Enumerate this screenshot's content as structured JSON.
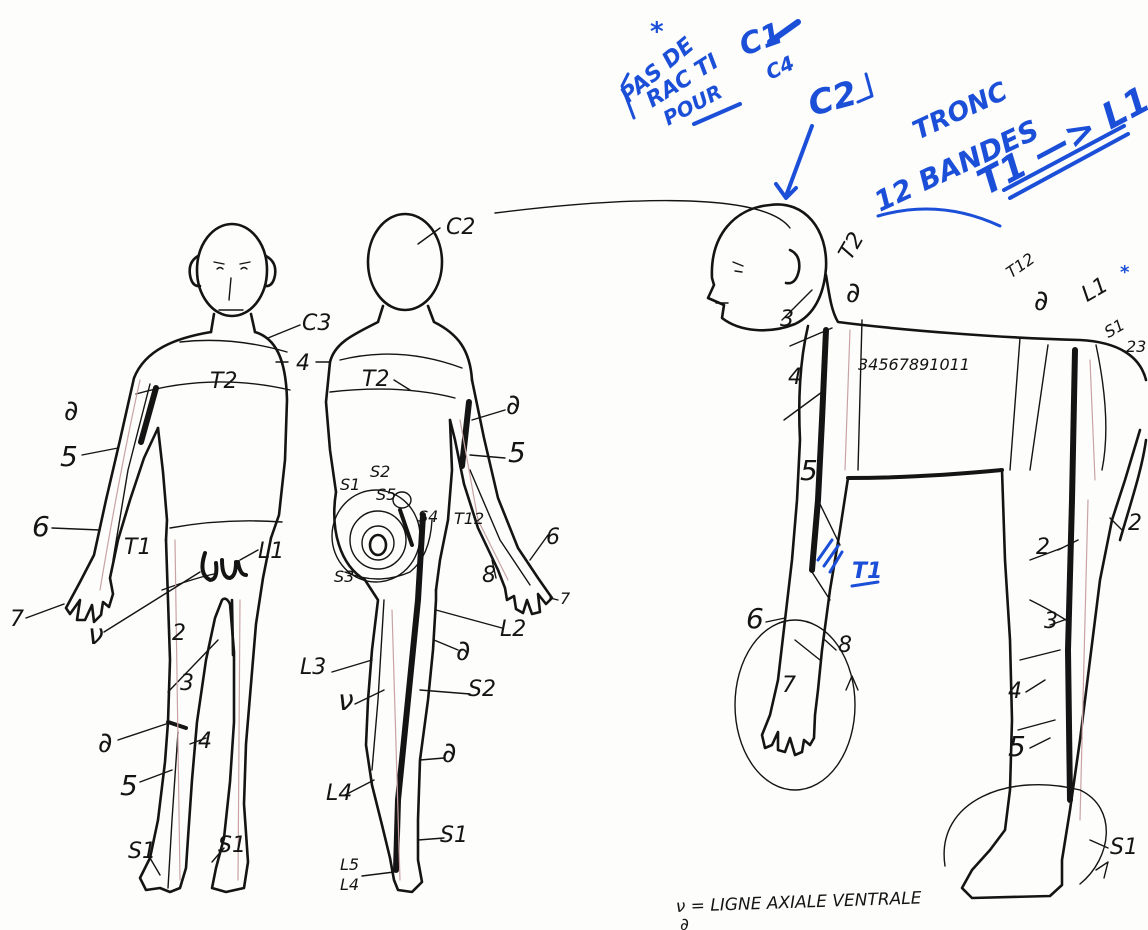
{
  "colors": {
    "ink": "#141414",
    "blue": "#1b4fd8",
    "pencil": "#c9a3a3"
  },
  "blue_notes": {
    "line1": "PAS DE",
    "line2": "RAC TI",
    "line3": "POUR",
    "c1": "C1",
    "c4": "C4",
    "c2": "C2",
    "trunk": "TRONC",
    "bands": "12 BANDES",
    "range": "T1 —> L1",
    "star": "*"
  },
  "legend": {
    "ventral": "ν = LIGNE AXIALE VENTRALE",
    "dorsal_symbol": "∂"
  },
  "front": {
    "c3": "C3",
    "c4": "4",
    "t2": "T2",
    "dorsal_arm": "∂",
    "c5": "5",
    "c6": "6",
    "t1": "T1",
    "c7": "7",
    "l1": "L1",
    "ventral": "ν",
    "l2": "2",
    "l3": "3",
    "dorsal_leg": "∂",
    "l4": "4",
    "l5": "5",
    "s1_left": "S1",
    "s1_right": "S1"
  },
  "back": {
    "c2": "C2",
    "t2": "T2",
    "dorsal_arm": "∂",
    "c5": "5",
    "s1": "S1",
    "s2": "S2",
    "s5": "S5",
    "s4": "S4",
    "t12": "T12",
    "s3": "S3",
    "c6": "6",
    "c8": "8",
    "c7": "7",
    "l2": "L2",
    "l3": "L3",
    "dorsal_thigh": "∂",
    "ventral": "ν",
    "s2_leg": "S2",
    "dorsal_leg": "∂",
    "l4": "L4",
    "s1_leg": "S1",
    "l5_foot": "L5",
    "l4_foot": "L4"
  },
  "side": {
    "t2": "T2",
    "t12": "T12",
    "dorsal_neck": "∂",
    "c3": "3",
    "c4": "4",
    "trunk_levels": "34567891011",
    "dorsal_hip": "∂",
    "l1": "L1",
    "s1": "S1",
    "l23": "23",
    "c5": "5",
    "t1": "T1",
    "c6": "6",
    "c8": "8",
    "c7": "7",
    "l2": "2",
    "l2_back": "2",
    "l3": "3",
    "l4": "4",
    "l5": "5",
    "s1_foot": "S1"
  }
}
